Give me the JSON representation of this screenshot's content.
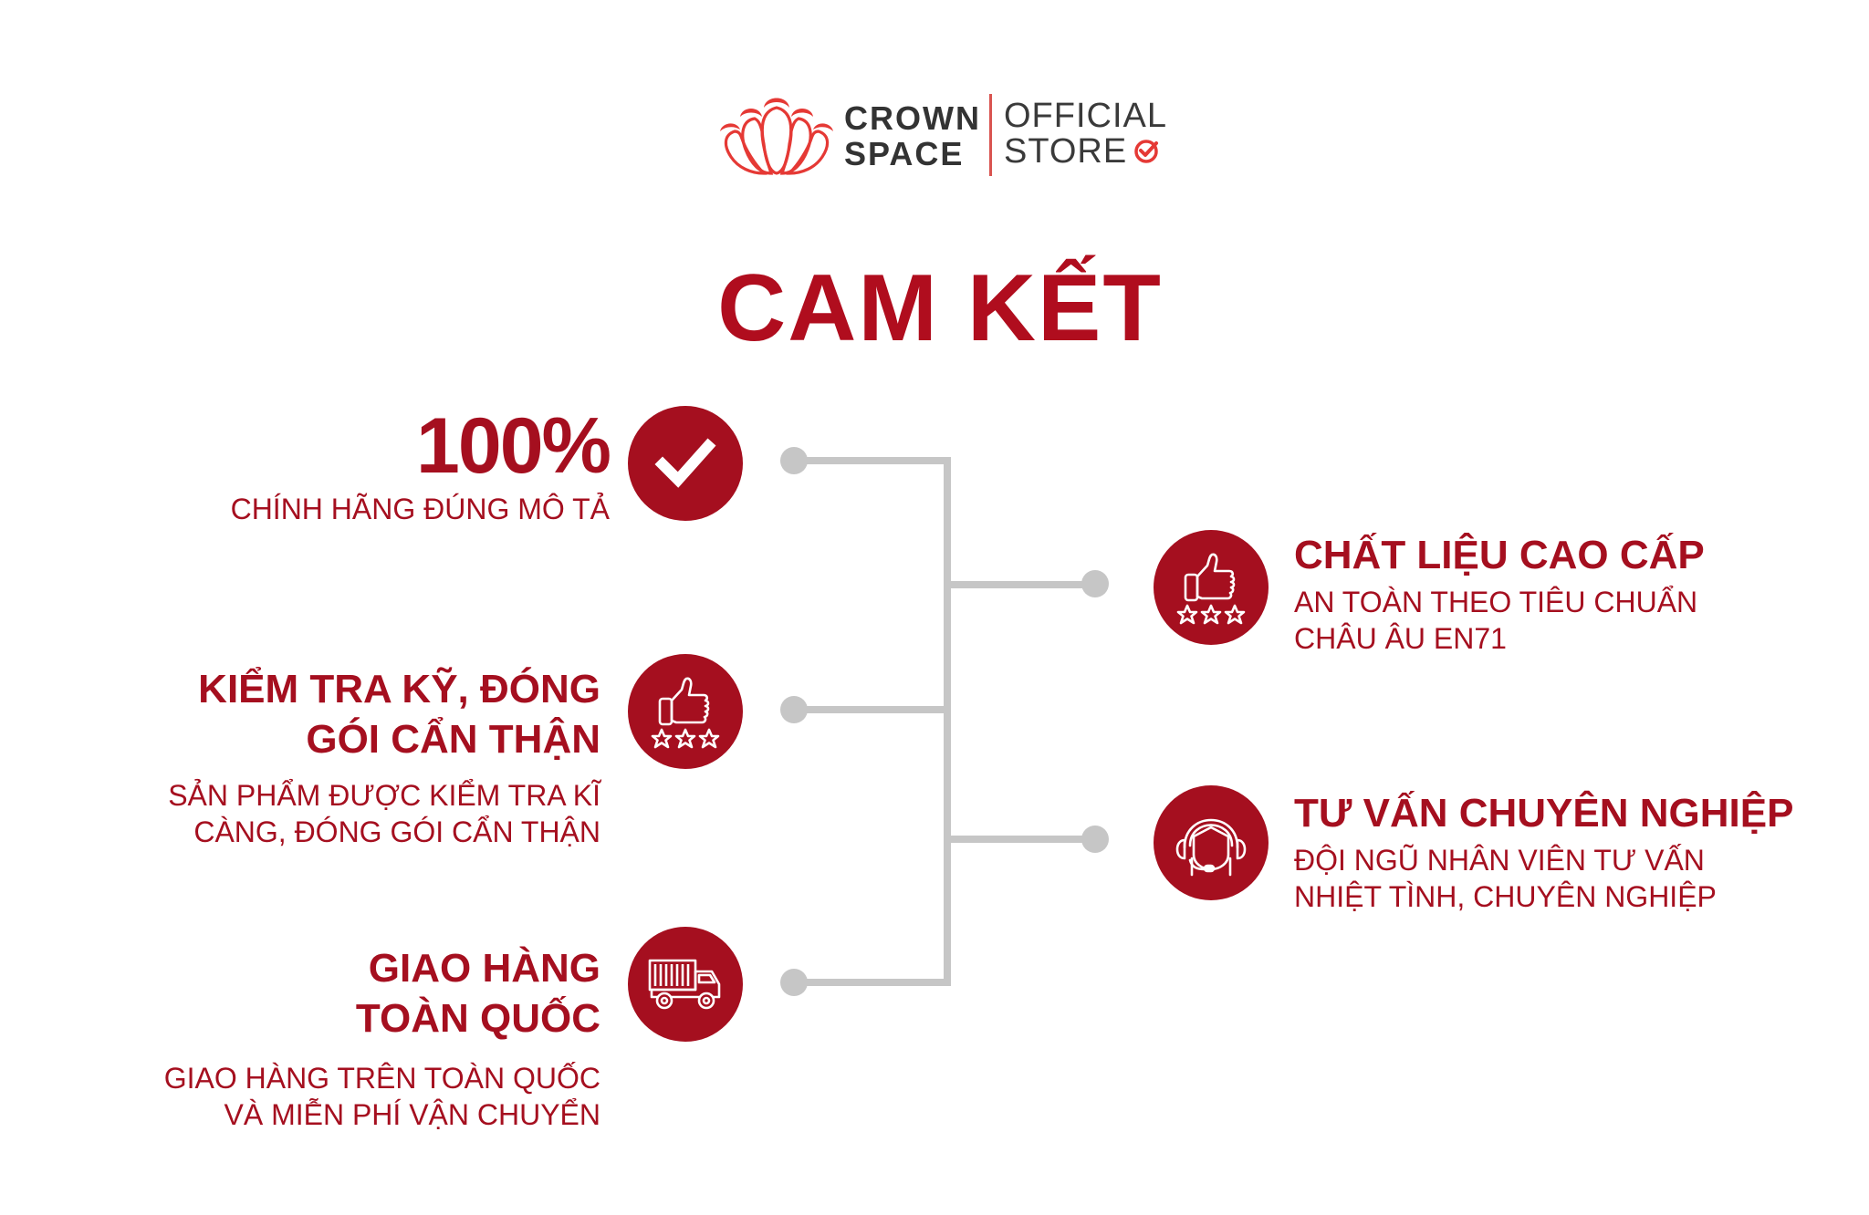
{
  "brand": {
    "name_line1": "CROWN",
    "name_line2": "SPACE",
    "tag_line1": "OFFICIAL",
    "tag_line2": "STORE",
    "logo_icon": "crown-lotus-icon",
    "badge_icon": "check-circle-icon",
    "logo_color": "#E53935",
    "text_color": "#333333"
  },
  "title": "CAM KẾT",
  "accent_color": "#A50F1F",
  "connector_color": "#C6C6C6",
  "left_items": [
    {
      "headline": "100%",
      "subtitle": "CHÍNH HÃNG ĐÚNG MÔ TẢ",
      "icon": "checkmark-icon"
    },
    {
      "headline_line1": "KIỂM TRA KỸ, ĐÓNG",
      "headline_line2": "GÓI CẨN THẬN",
      "subtitle_line1": "SẢN PHẨM ĐƯỢC KIỂM TRA KĨ",
      "subtitle_line2": "CÀNG, ĐÓNG GÓI CẨN THẬN",
      "icon": "thumbs-up-stars-icon"
    },
    {
      "headline_line1": "GIAO HÀNG",
      "headline_line2": "TOÀN QUỐC",
      "subtitle_line1": "GIAO HÀNG TRÊN TOÀN QUỐC",
      "subtitle_line2": "VÀ MIỄN PHÍ VẬN CHUYỂN",
      "icon": "delivery-truck-icon"
    }
  ],
  "right_items": [
    {
      "headline": "CHẤT LIỆU CAO CẤP",
      "subtitle_line1": "AN TOÀN THEO TIÊU CHUẨN",
      "subtitle_line2": "CHÂU ÂU EN71",
      "icon": "thumbs-up-stars-icon"
    },
    {
      "headline": "TƯ VẤN CHUYÊN NGHIỆP",
      "subtitle_line1": "ĐỘI NGŨ NHÂN VIÊN TƯ VẤN",
      "subtitle_line2": "NHIỆT TÌNH, CHUYÊN NGHIỆP",
      "icon": "headset-agent-icon"
    }
  ]
}
